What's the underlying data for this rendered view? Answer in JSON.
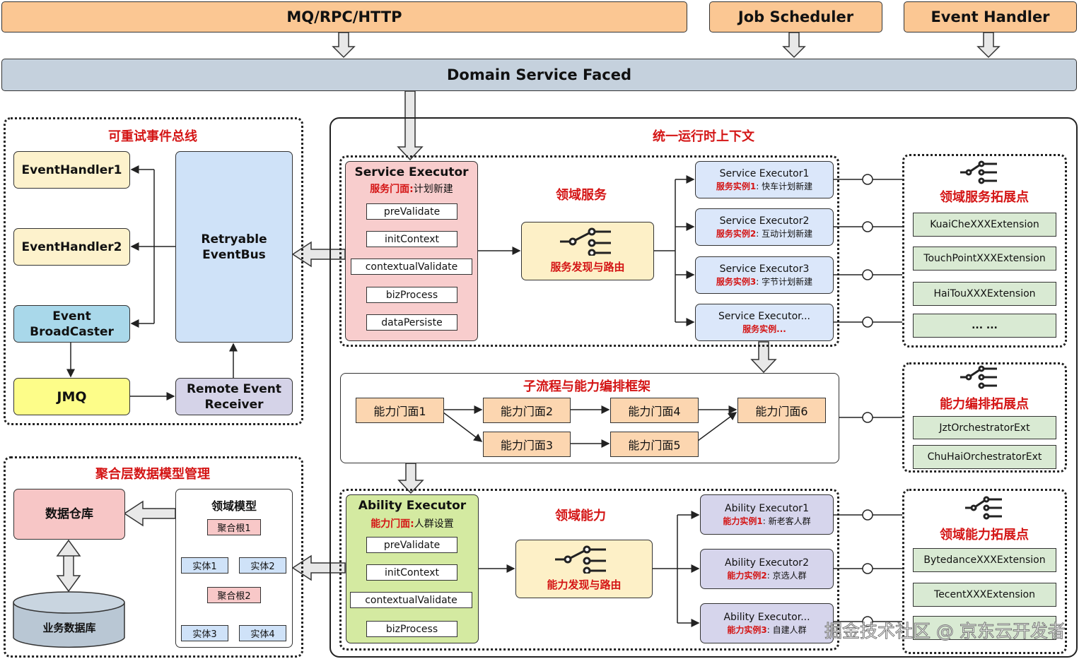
{
  "top": {
    "mq": "MQ/RPC/HTTP",
    "job": "Job Scheduler",
    "event": "Event Handler"
  },
  "domain_service": "Domain Service Faced",
  "retry_bus": {
    "title": "可重试事件总线",
    "handler1": "EventHandler1",
    "handler2": "EventHandler2",
    "broadcaster": "Event BroadCaster",
    "jmq": "JMQ",
    "eventbus": "Retryable EventBus",
    "receiver": "Remote Event Receiver"
  },
  "aggregate": {
    "title": "聚合层数据模型管理",
    "warehouse": "数据仓库",
    "database": "业务数据库",
    "model_title": "领域模型",
    "root1": "聚合根1",
    "entity1": "实体1",
    "entity2": "实体2",
    "root2": "聚合根2",
    "entity3": "实体3",
    "entity4": "实体4"
  },
  "runtime": {
    "title": "统一运行时上下文",
    "service": {
      "executor_title": "Service Executor",
      "facade_label": "服务门面:",
      "facade_value": "计划新建",
      "steps": [
        "preValidate",
        "initContext",
        "contextualValidate",
        "bizProcess",
        "dataPersiste"
      ],
      "section_label": "领域服务",
      "router": "服务发现与路由",
      "executors": [
        {
          "name": "Service Executor1",
          "instance": "服务实例1",
          "desc": ": 快车计划新建"
        },
        {
          "name": "Service Executor2",
          "instance": "服务实例2",
          "desc": ": 互动计划新建"
        },
        {
          "name": "Service Executor3",
          "instance": "服务实例3",
          "desc": ": 字节计划新建"
        },
        {
          "name": "Service Executor...",
          "instance": "服务实例...",
          "desc": ""
        }
      ],
      "ext_title": "领域服务拓展点",
      "extensions": [
        "KuaiCheXXXExtension",
        "TouchPointXXXExtension",
        "HaiTouXXXExtension",
        "... ..."
      ]
    },
    "orchestration": {
      "title": "子流程与能力编排框架",
      "facades": [
        "能力门面1",
        "能力门面2",
        "能力门面3",
        "能力门面4",
        "能力门面5",
        "能力门面6"
      ],
      "ext_title": "能力编排拓展点",
      "extensions": [
        "JztOrchestratorExt",
        "ChuHaiOrchestratorExt"
      ]
    },
    "ability": {
      "executor_title": "Ability Executor",
      "facade_label": "能力门面:",
      "facade_value": "人群设置",
      "steps": [
        "preValidate",
        "initContext",
        "contextualValidate",
        "bizProcess"
      ],
      "section_label": "领域能力",
      "router": "能力发现与路由",
      "executors": [
        {
          "name": "Ability Executor1",
          "instance": "能力实例1",
          "desc": ": 新老客人群"
        },
        {
          "name": "Ability Executor2",
          "instance": "能力实例2",
          "desc": ": 京选人群"
        },
        {
          "name": "Ability Executor...",
          "instance": "能力实例3",
          "desc": ": 自建人群"
        }
      ],
      "ext_title": "领域能力拓展点",
      "extensions": [
        "BytedanceXXXExtension",
        "TecentXXXExtension",
        ""
      ]
    }
  },
  "watermark": "掘金技术社区 @ 京东云开发者",
  "colors": {
    "title_red": "#d41515",
    "top_orange": "#fbc793",
    "facade_gray": "#c5d1dd"
  }
}
